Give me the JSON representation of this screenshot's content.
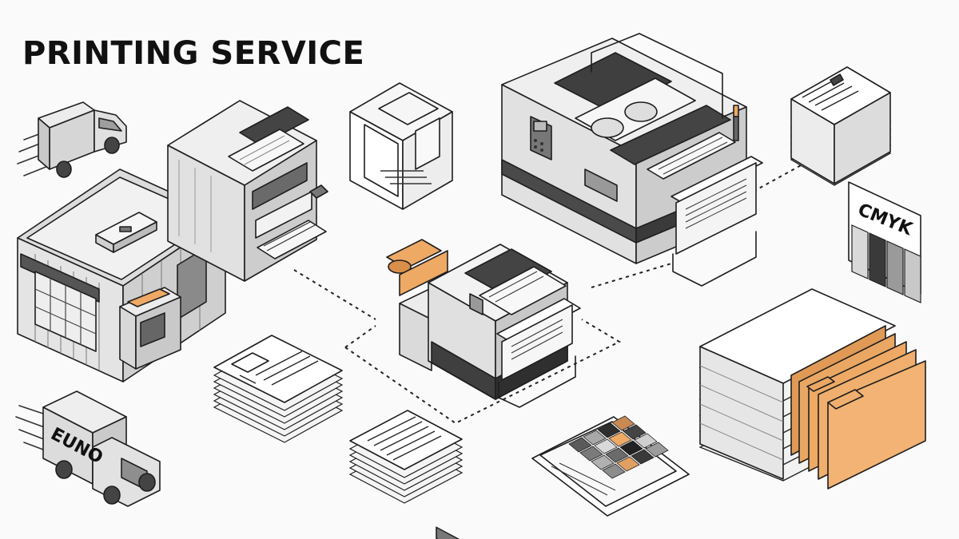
{
  "title": "PRINTING SERVICE",
  "truck_bottom": {
    "text": "EUNO"
  },
  "color_label": {
    "text": "CMYK"
  },
  "colors": {
    "accent": "#eea965",
    "dark": "#3d3d3d",
    "mid": "#bdbdbd",
    "light": "#e6e6e6",
    "outline": "#1e1e1e",
    "background": "#fafafa"
  },
  "swatch_strip": [
    "#d9d9d9",
    "#3a3a3a",
    "#9a9a9a",
    "#c8c8c8"
  ],
  "icons": [
    "delivery-truck-top",
    "print-shop-building",
    "office-copier",
    "paper-box",
    "industrial-press",
    "paper-stack",
    "cmyk-card",
    "wide-format-printer",
    "flyer-stack",
    "document-stack",
    "color-proof-sheet",
    "folder-stack",
    "delivery-truck-bottom"
  ]
}
